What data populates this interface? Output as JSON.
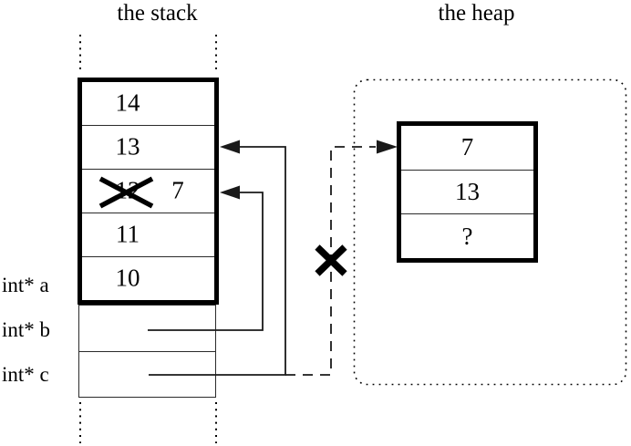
{
  "diagram": {
    "stack": {
      "title": "the stack",
      "cells": [
        {
          "value": "14"
        },
        {
          "value": "13"
        },
        {
          "value": "12",
          "crossed": true,
          "new_value": "7"
        },
        {
          "value": "11"
        },
        {
          "value": "10"
        }
      ],
      "labels": {
        "a": "int* a",
        "b": "int* b",
        "c": "int* c"
      }
    },
    "heap": {
      "title": "the heap",
      "cells": [
        {
          "value": "7"
        },
        {
          "value": "13"
        },
        {
          "value": "?"
        }
      ]
    },
    "colors": {
      "line": "#1a1a1a",
      "thick_border": "#000000"
    }
  }
}
